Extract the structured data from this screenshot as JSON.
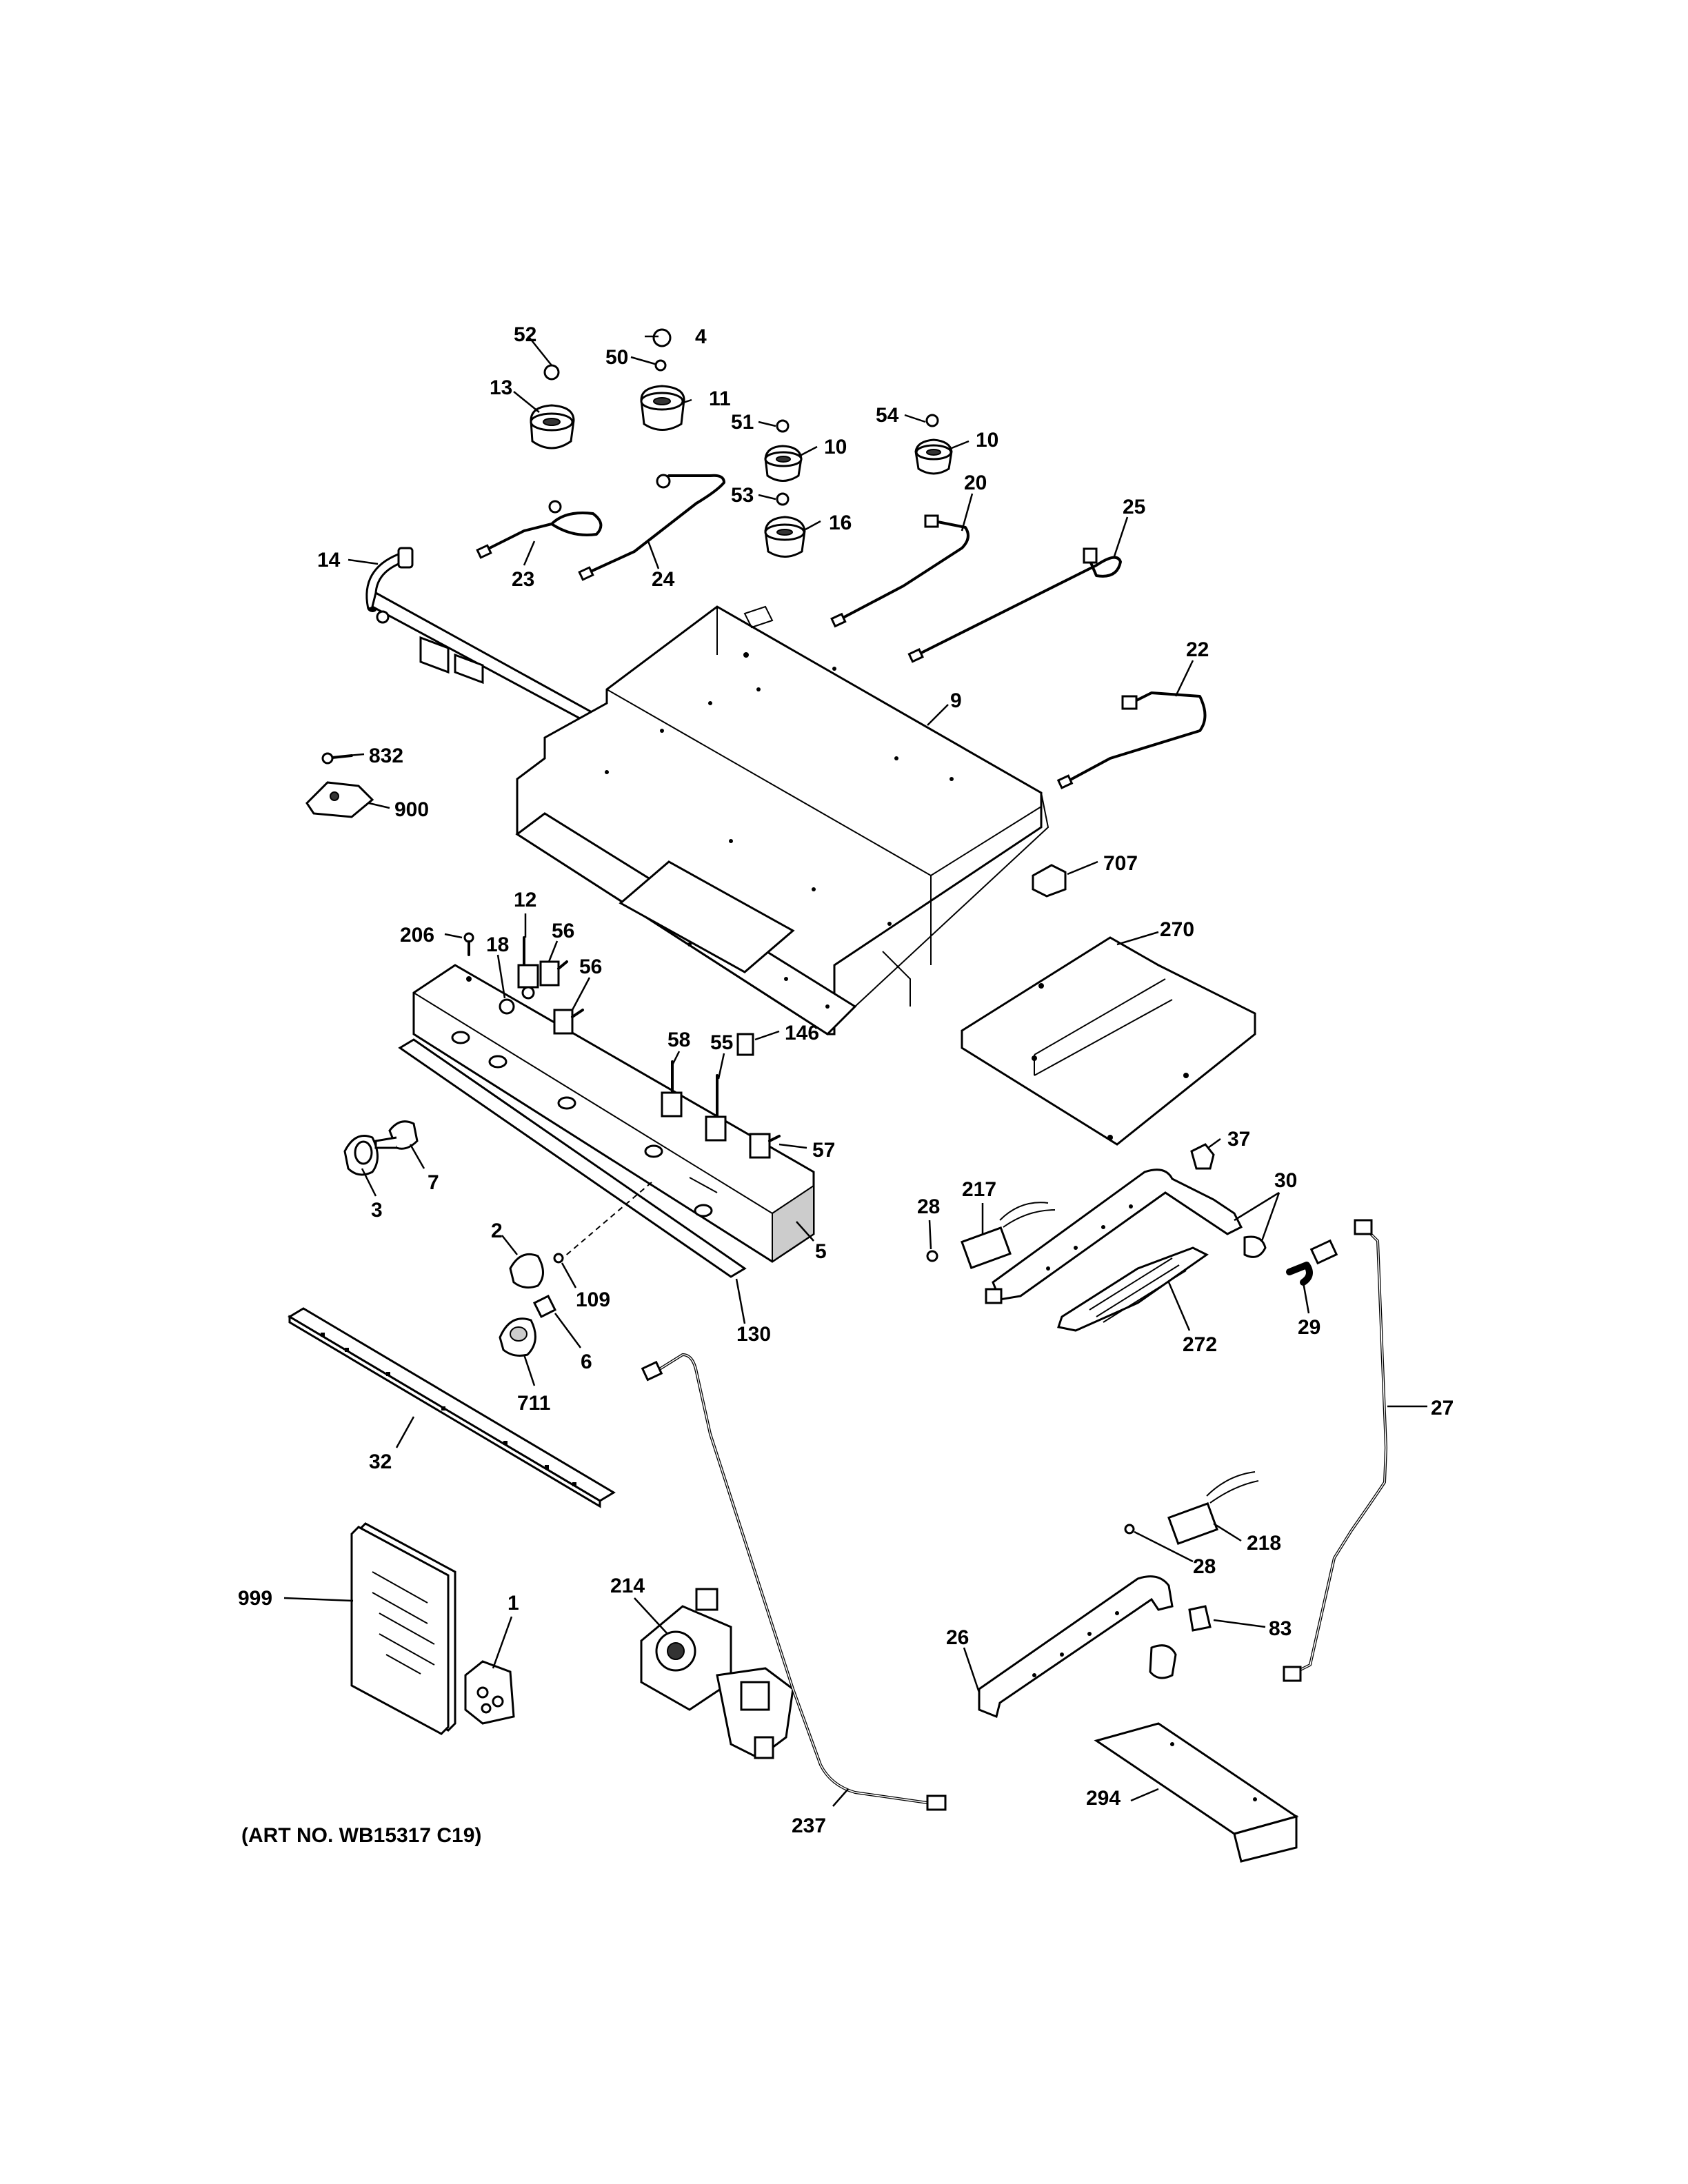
{
  "art_number": "(ART NO. WB15317 C19)",
  "callouts": [
    {
      "id": "52",
      "label": "52"
    },
    {
      "id": "4",
      "label": "4"
    },
    {
      "id": "50",
      "label": "50"
    },
    {
      "id": "13",
      "label": "13"
    },
    {
      "id": "11",
      "label": "11"
    },
    {
      "id": "51",
      "label": "51"
    },
    {
      "id": "10a",
      "label": "10"
    },
    {
      "id": "54",
      "label": "54"
    },
    {
      "id": "10b",
      "label": "10"
    },
    {
      "id": "20",
      "label": "20"
    },
    {
      "id": "53",
      "label": "53"
    },
    {
      "id": "16",
      "label": "16"
    },
    {
      "id": "25",
      "label": "25"
    },
    {
      "id": "14",
      "label": "14"
    },
    {
      "id": "23",
      "label": "23"
    },
    {
      "id": "24",
      "label": "24"
    },
    {
      "id": "22",
      "label": "22"
    },
    {
      "id": "9",
      "label": "9"
    },
    {
      "id": "832",
      "label": "832"
    },
    {
      "id": "900",
      "label": "900"
    },
    {
      "id": "707",
      "label": "707"
    },
    {
      "id": "270",
      "label": "270"
    },
    {
      "id": "12",
      "label": "12"
    },
    {
      "id": "206",
      "label": "206"
    },
    {
      "id": "18",
      "label": "18"
    },
    {
      "id": "56a",
      "label": "56"
    },
    {
      "id": "56b",
      "label": "56"
    },
    {
      "id": "58",
      "label": "58"
    },
    {
      "id": "55",
      "label": "55"
    },
    {
      "id": "146",
      "label": "146"
    },
    {
      "id": "57",
      "label": "57"
    },
    {
      "id": "37",
      "label": "37"
    },
    {
      "id": "30",
      "label": "30"
    },
    {
      "id": "7",
      "label": "7"
    },
    {
      "id": "3",
      "label": "3"
    },
    {
      "id": "5",
      "label": "5"
    },
    {
      "id": "217",
      "label": "217"
    },
    {
      "id": "28a",
      "label": "28"
    },
    {
      "id": "2",
      "label": "2"
    },
    {
      "id": "109",
      "label": "109"
    },
    {
      "id": "130",
      "label": "130"
    },
    {
      "id": "272",
      "label": "272"
    },
    {
      "id": "29",
      "label": "29"
    },
    {
      "id": "6",
      "label": "6"
    },
    {
      "id": "711",
      "label": "711"
    },
    {
      "id": "27",
      "label": "27"
    },
    {
      "id": "32",
      "label": "32"
    },
    {
      "id": "218",
      "label": "218"
    },
    {
      "id": "28b",
      "label": "28"
    },
    {
      "id": "999",
      "label": "999"
    },
    {
      "id": "1",
      "label": "1"
    },
    {
      "id": "214",
      "label": "214"
    },
    {
      "id": "83",
      "label": "83"
    },
    {
      "id": "26",
      "label": "26"
    },
    {
      "id": "294",
      "label": "294"
    },
    {
      "id": "237",
      "label": "237"
    }
  ]
}
